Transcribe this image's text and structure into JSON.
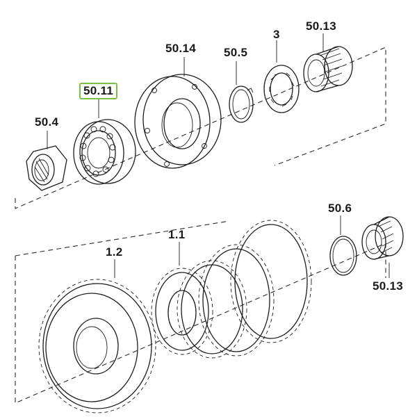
{
  "labels": {
    "p50_4": "50.4",
    "p50_11": "50.11",
    "p50_14": "50.14",
    "p50_5": "50.5",
    "p3": "3",
    "p50_13_top": "50.13",
    "p1_2": "1.2",
    "p1_1": "1.1",
    "p50_6": "50.6",
    "p50_13_bottom": "50.13"
  },
  "selected_part": "50.11",
  "colors": {
    "highlight": "#7ac143",
    "line": "#1c1c1c",
    "background": "#ffffff"
  }
}
